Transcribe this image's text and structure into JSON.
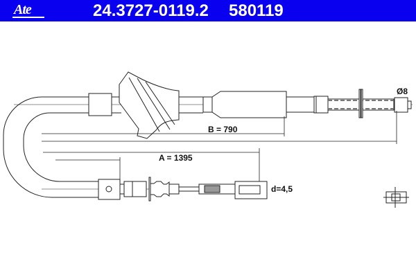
{
  "header": {
    "logo": "Ate",
    "part_number": "24.3727-0119.2",
    "ref_number": "580119",
    "background_color": "#0a00f0"
  },
  "drawing": {
    "dim_b": "B = 790",
    "dim_a": "A = 1395",
    "diameter": "Ø8",
    "wire_diameter": "d=4,5"
  }
}
